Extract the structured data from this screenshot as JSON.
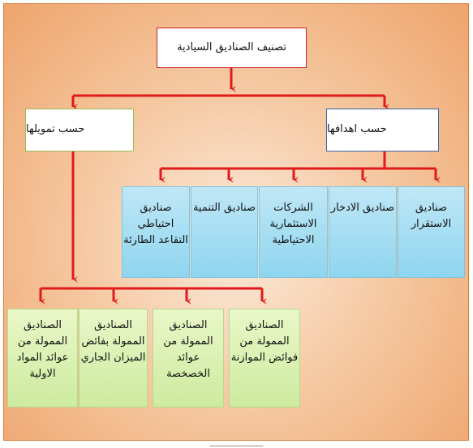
{
  "title": "تصنيف الصناديق السيادية",
  "by_funding": "حسب تمويلها",
  "by_goals": "حسب اهدافها",
  "goal_boxes": [
    "صناديق احتياطي التقاعد الطارئة",
    "صناديق التنمية",
    "الشركات الاستثمارية الاحتياطية",
    "صناديق الادخار",
    "صناديق الاستقرار"
  ],
  "funding_boxes": [
    "الصناديق الممولة من عوائد المواد الاولية",
    "الصناديق الممولة بفائض الميزان الجاري",
    "الصناديق الممولة من عوائد الخصخصة",
    "الصناديق الممولة من فوائض الموازنة"
  ],
  "colors": {
    "connector": "#e11a1a",
    "frame": "#eea46c",
    "blue_box": "#9ad8f0",
    "green_box": "#d6efb0"
  },
  "footer": "ــــــــــــــــــــــــــــ"
}
